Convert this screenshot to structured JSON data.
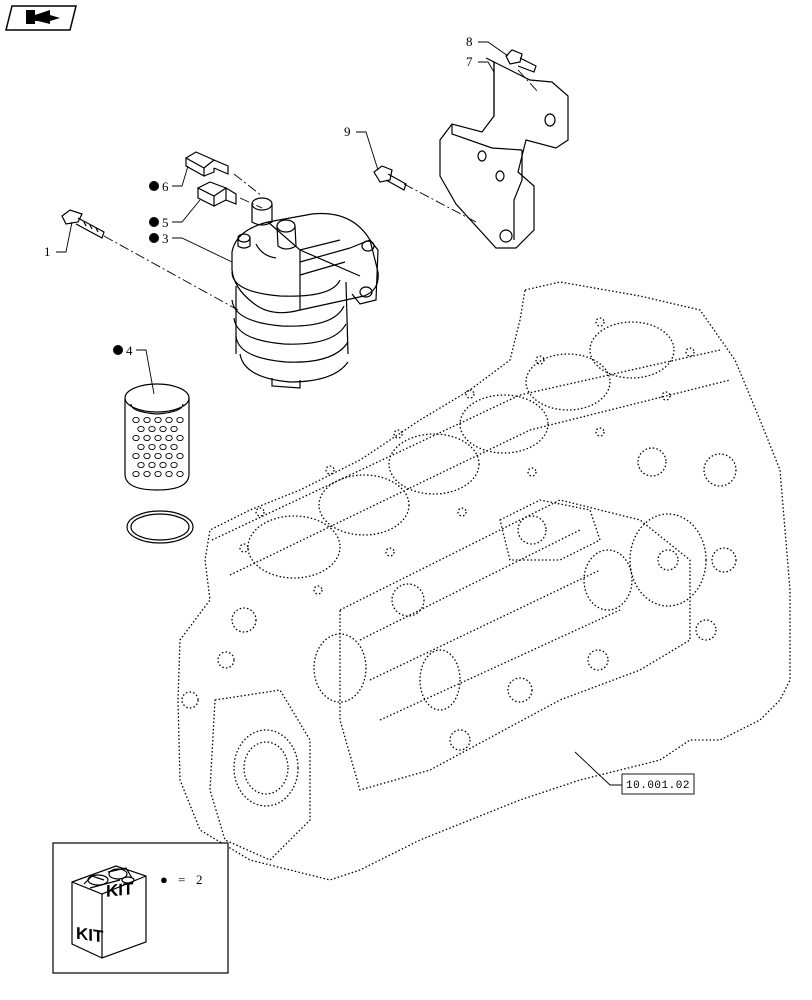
{
  "callouts": [
    {
      "number": "1",
      "marked": false
    },
    {
      "number": "3",
      "marked": true
    },
    {
      "number": "4",
      "marked": true
    },
    {
      "number": "5",
      "marked": true
    },
    {
      "number": "6",
      "marked": true
    },
    {
      "number": "7",
      "marked": false
    },
    {
      "number": "8",
      "marked": false
    },
    {
      "number": "9",
      "marked": false
    }
  ],
  "reference": {
    "label": "10.001.02"
  },
  "kit_legend": {
    "box_text_left": "KIT",
    "box_text_right": "KIT",
    "symbol": "●",
    "equals": "=",
    "item": "2"
  },
  "nav_icon": "next-page-arrow-icon"
}
